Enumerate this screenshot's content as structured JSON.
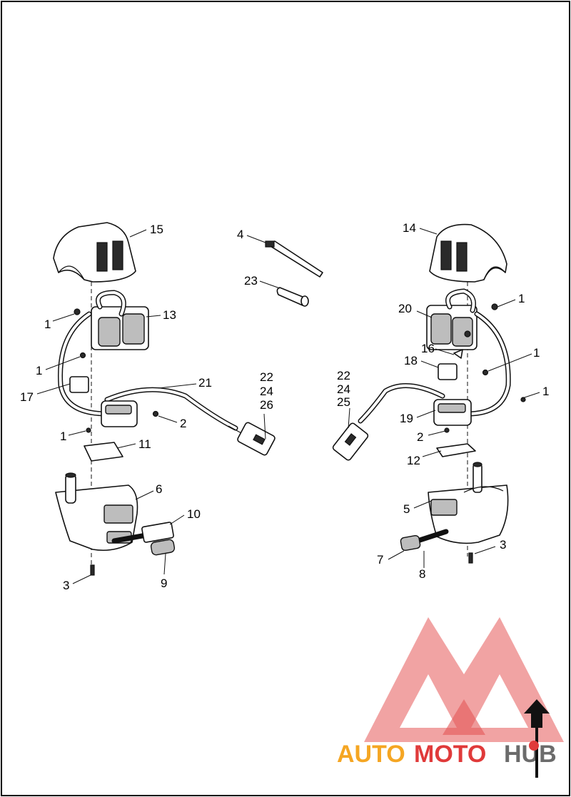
{
  "callouts": {
    "c15": "15",
    "c4": "4",
    "c14": "14",
    "c23": "23",
    "c1a": "1",
    "c13": "13",
    "c1b": "1",
    "c17": "17",
    "c21": "21",
    "c22a": "22",
    "c24a": "24",
    "c26": "26",
    "c2a": "2",
    "c1c": "1",
    "c11": "11",
    "c6": "6",
    "c10": "10",
    "c3a": "3",
    "c9": "9",
    "c20": "20",
    "c1d": "1",
    "c16": "16",
    "c18": "18",
    "c1e": "1",
    "c22b": "22",
    "c24b": "24",
    "c25": "25",
    "c1f": "1",
    "c19": "19",
    "c2b": "2",
    "c12": "12",
    "c5": "5",
    "c7": "7",
    "c3b": "3",
    "c8": "8"
  },
  "watermark": {
    "text_a": "AUTO",
    "text_b": "MOTO",
    "text_c": "HUB",
    "color_red": "#e03a3a",
    "color_orange": "#f5a623",
    "color_grey": "#6b6b6b"
  }
}
